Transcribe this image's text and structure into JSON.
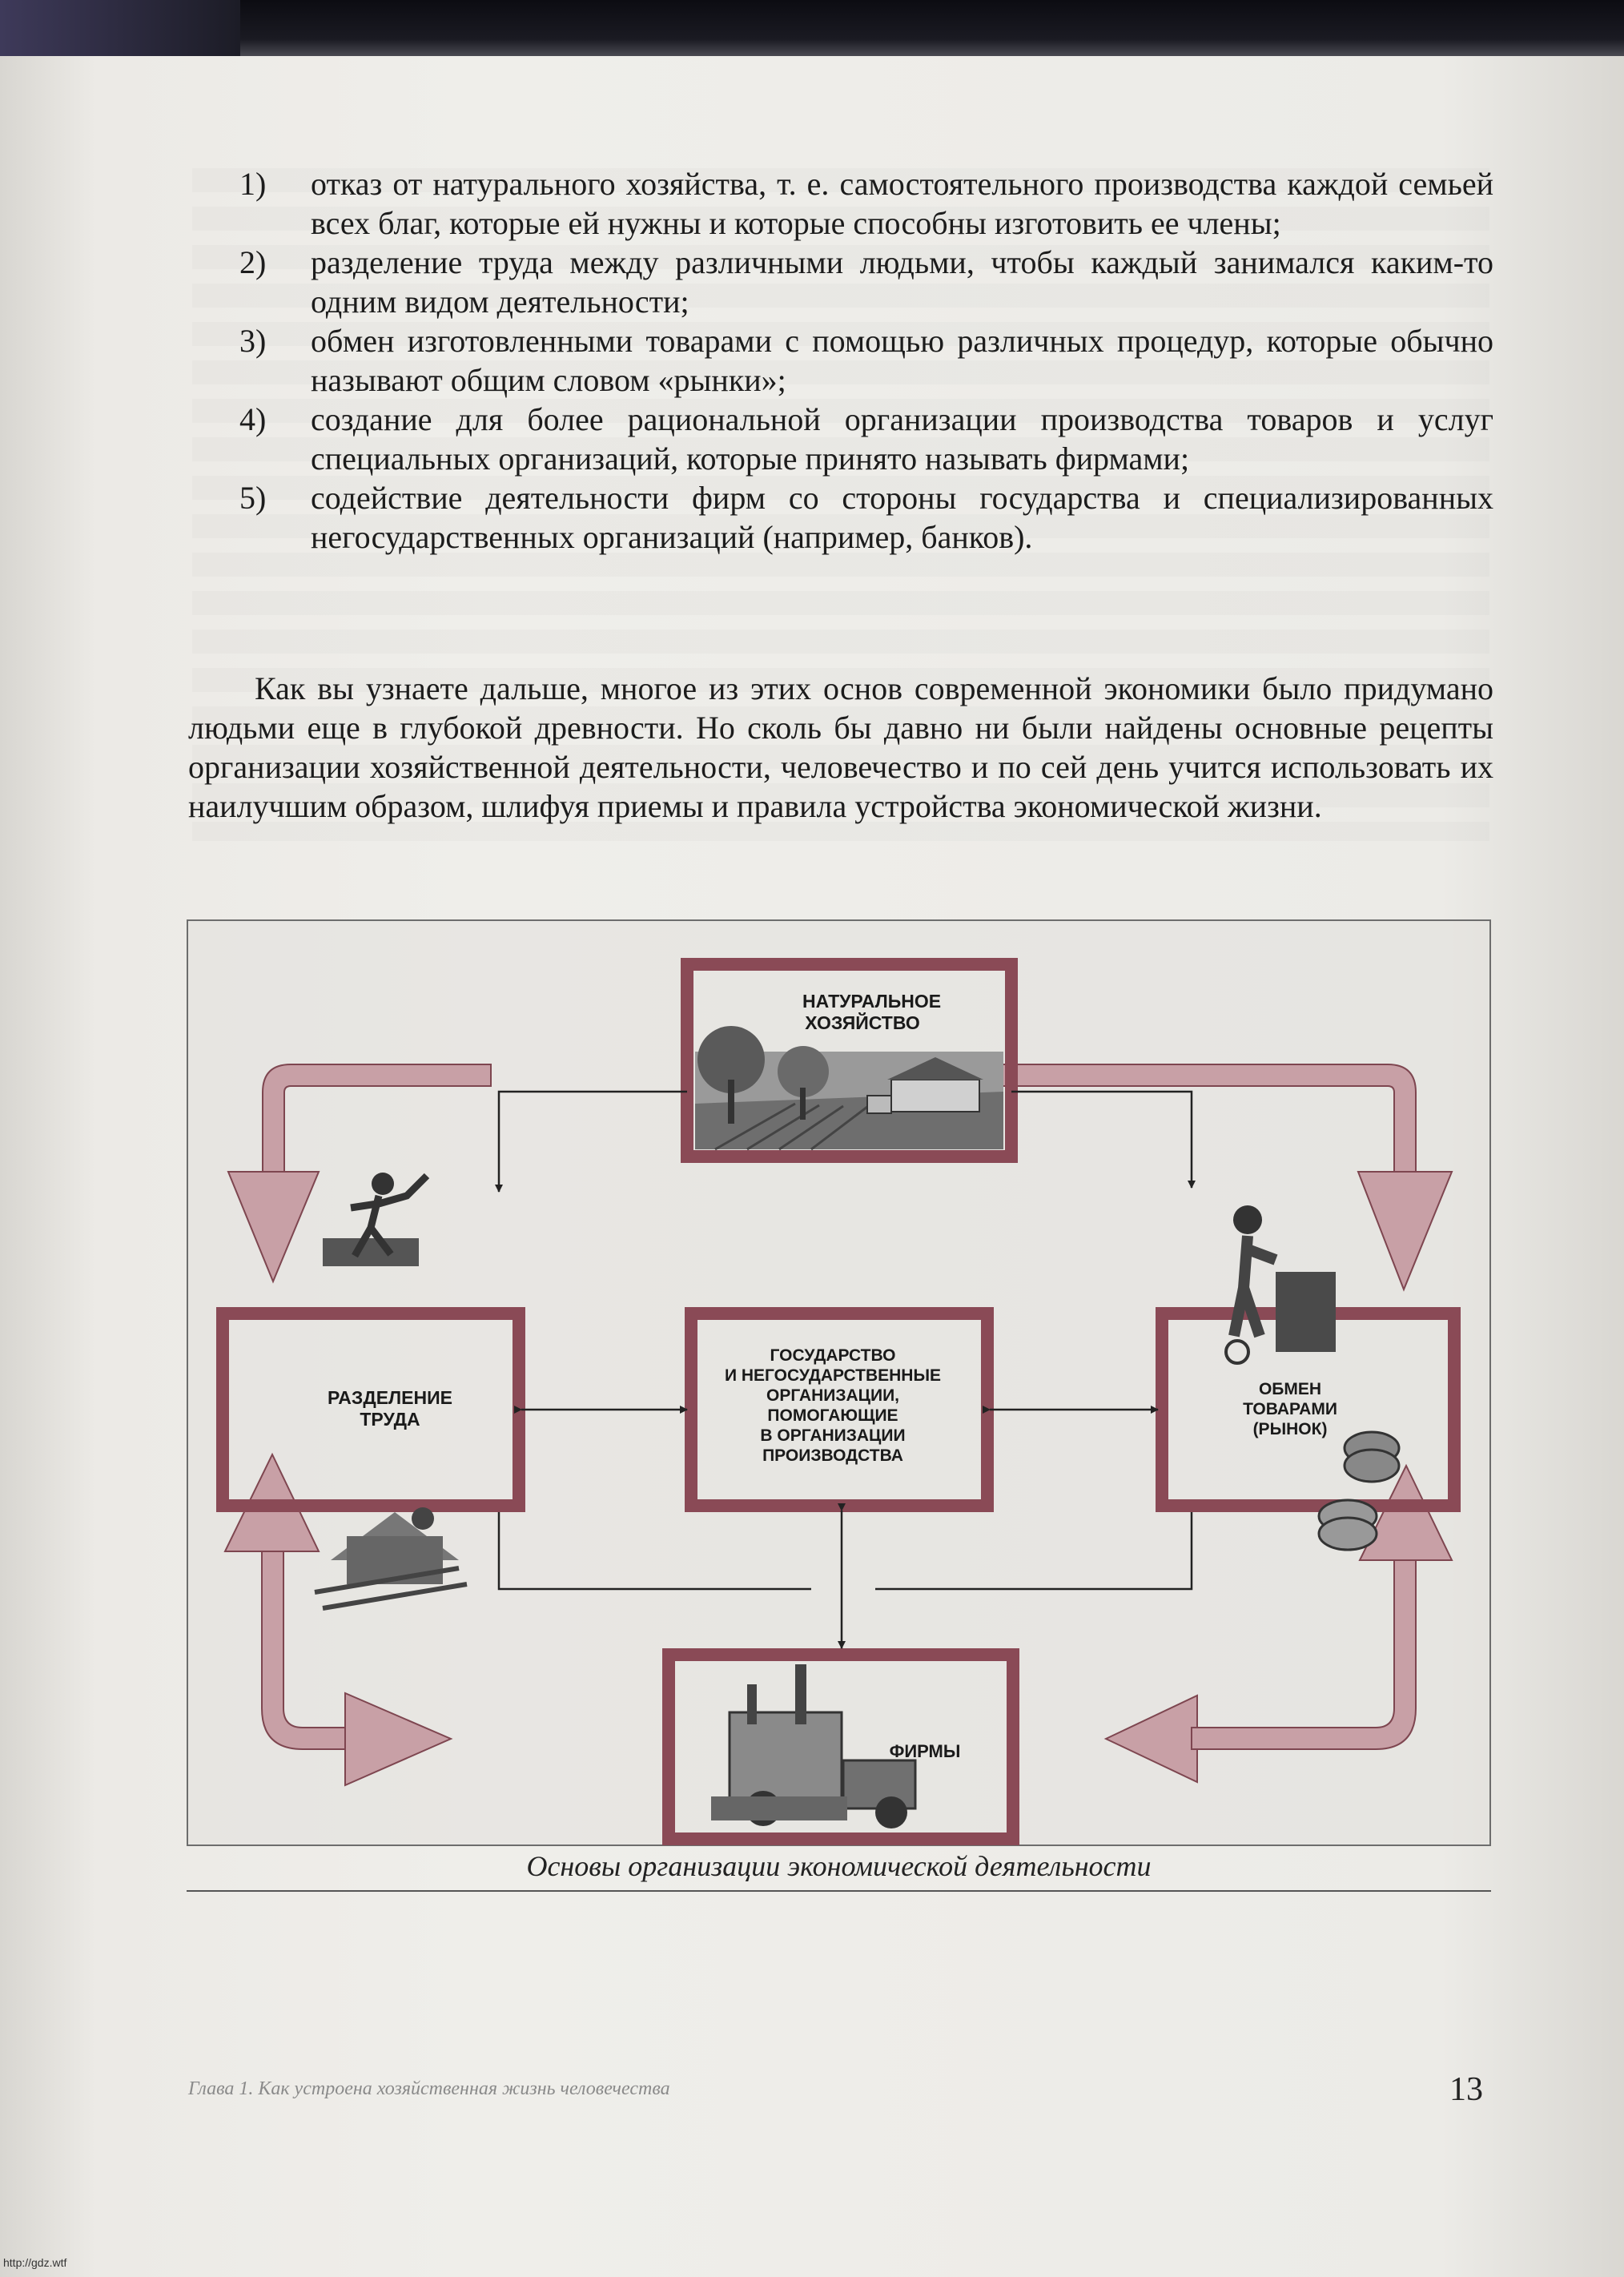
{
  "list": [
    {
      "num": "1)",
      "text": "отказ от натурального хозяйства, т. е. самостоятельного производства каждой семьей всех благ, которые ей нужны и которые способны изготовить ее члены;"
    },
    {
      "num": "2)",
      "text": "разделение труда между различными людьми, чтобы каждый занимался каким-то одним видом деятельности;"
    },
    {
      "num": "3)",
      "text": "обмен изготовленными товарами с помощью различных процедур, которые обычно называют общим словом «рынки»;"
    },
    {
      "num": "4)",
      "text": "создание для более рациональной организации производства товаров и услуг специальных организаций, которые принято называть фирмами;"
    },
    {
      "num": "5)",
      "text": "содействие деятельности фирм со стороны государства и специализированных негосударственных организаций (например, банков)."
    }
  ],
  "paragraph": "Как вы узнаете дальше, многое из этих основ современной экономики было придумано людьми еще в глубокой древности. Но сколь бы давно ни были найдены основные рецепты организации хозяйственной деятельности, человечество и по сей день учится использовать их наилучшим образом, шлифуя приемы и правила устройства экономической жизни.",
  "diagram": {
    "top": [
      "НАТУРАЛЬНОЕ",
      "ХОЗЯЙСТВО"
    ],
    "left": [
      "РАЗДЕЛЕНИЕ",
      "ТРУДА"
    ],
    "center": [
      "ГОСУДАРСТВО",
      "И НЕГОСУДАРСТВЕННЫЕ",
      "ОРГАНИЗАЦИИ,",
      "ПОМОГАЮЩИЕ",
      "В ОРГАНИЗАЦИИ",
      "ПРОИЗВОДСТВА"
    ],
    "right": [
      "ОБМЕН",
      "ТОВАРАМИ",
      "(РЫНОК)"
    ],
    "bottom": "ФИРМЫ",
    "colors": {
      "frame": "#8a4a56",
      "arrow_fill": "#c8a0a6",
      "arrow_edge": "#7e4650"
    }
  },
  "caption": "Основы организации экономической деятельности",
  "running_head": "Глава 1. Как устроена хозяйственная жизнь человечества",
  "page_number": "13",
  "watermark": "http://gdz.wtf"
}
